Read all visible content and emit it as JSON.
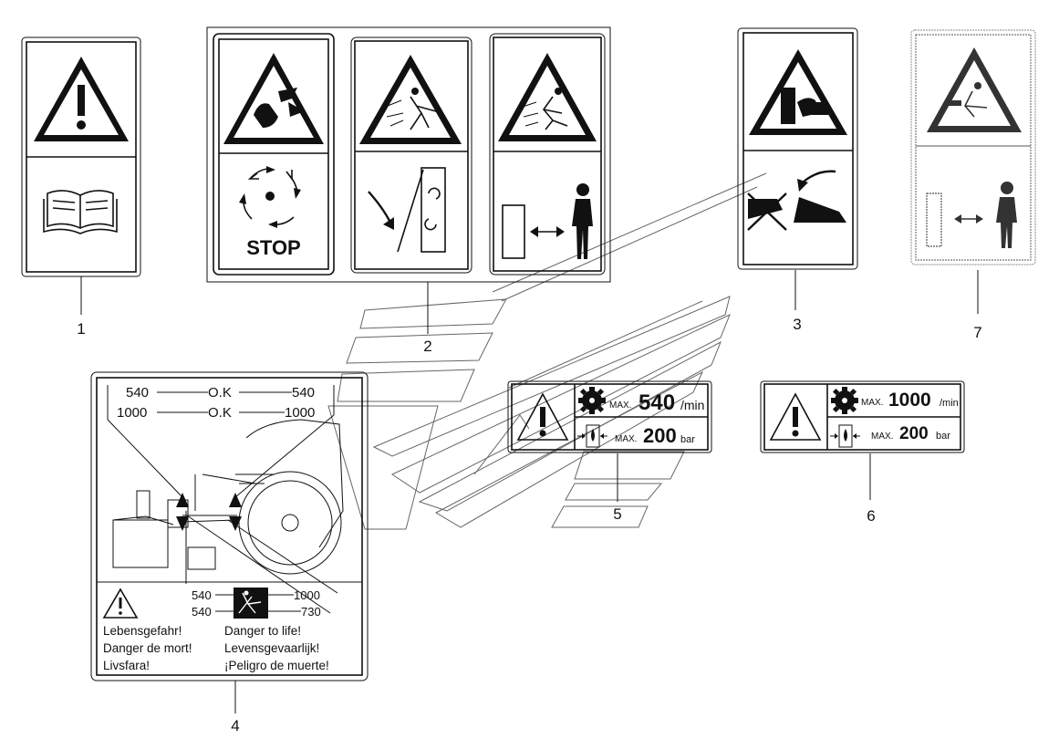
{
  "callouts": {
    "c1": "1",
    "c2": "2",
    "c3": "3",
    "c4": "4",
    "c5": "5",
    "c6": "6",
    "c7": "7"
  },
  "label2": {
    "stop_text": "STOP"
  },
  "label4": {
    "top_row1_left": "540",
    "top_row1_mid": "O.K",
    "top_row1_right": "540",
    "top_row2_left": "1000",
    "top_row2_mid": "O.K",
    "top_row2_right": "1000",
    "bottom_row1_left": "540",
    "bottom_row1_right": "1000",
    "bottom_row2_left": "540",
    "bottom_row2_right": "730",
    "warnings_left": [
      "Lebensgefahr!",
      "Danger de mort!",
      "Livsfara!"
    ],
    "warnings_right": [
      "Danger to life!",
      "Levensgevaarlijk!",
      "¡Peligro de muerte!"
    ]
  },
  "label5": {
    "max1": "MAX.",
    "speed_value": "540",
    "speed_unit": "/min",
    "max2": "MAX.",
    "pressure_value": "200",
    "pressure_unit": "bar"
  },
  "label6": {
    "max1": "MAX.",
    "speed_value": "1000",
    "speed_unit": "/min",
    "max2": "MAX.",
    "pressure_value": "200",
    "pressure_unit": "bar"
  },
  "icons": {
    "label1": [
      "warning-triangle-exclamation",
      "manual-book"
    ],
    "label2": [
      "hand-cut-warning",
      "rotating-blades-stop",
      "thrown-objects-warning",
      "tilt-cover-arrow",
      "person-thrown-warning",
      "keep-distance"
    ],
    "label3": [
      "hand-crush-warning",
      "no-hand-crush-cover"
    ],
    "label7": [
      "thrown-objects-warning",
      "keep-distance"
    ]
  }
}
